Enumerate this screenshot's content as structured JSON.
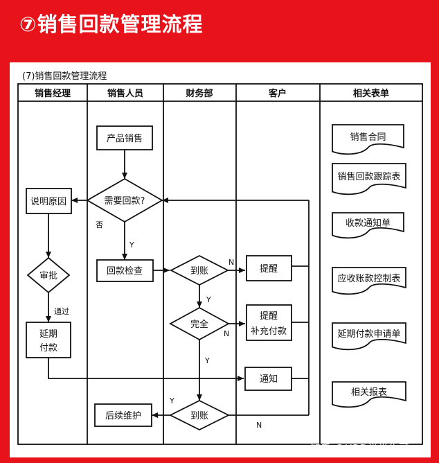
{
  "banner": {
    "title": "⑦销售回款管理流程"
  },
  "diagram": {
    "caption": "(7)销售回款管理流程",
    "columns": [
      "销售经理",
      "销售人员",
      "财务部",
      "客户",
      "相关表单"
    ],
    "nodes": {
      "product_sales": "产品销售",
      "need_payment": "需要回款?",
      "explain_reason": "说明原因",
      "approve": "审批",
      "extend_line1": "延期",
      "extend_line2": "付款",
      "payment_check": "回款检查",
      "received_1": "到账",
      "remind": "提醒",
      "complete": "完全",
      "remind_line1": "提醒",
      "remind_line2": "补充付款",
      "notify": "通知",
      "received_2": "到账",
      "follow_up": "后续维护"
    },
    "edge_labels": {
      "no_1": "否",
      "yes_1": "Y",
      "pass": "通过",
      "n_1": "N",
      "y_2": "Y",
      "n_2": "N",
      "y_3": "Y",
      "y_4": "Y",
      "n_3": "N"
    },
    "forms": [
      "销售合同",
      "销售回款跟踪表",
      "收款通知单",
      "应收账款控制表",
      "延期付款申请单",
      "相关报表"
    ]
  },
  "watermark": "知乎 @HRD学堂牛哥"
}
